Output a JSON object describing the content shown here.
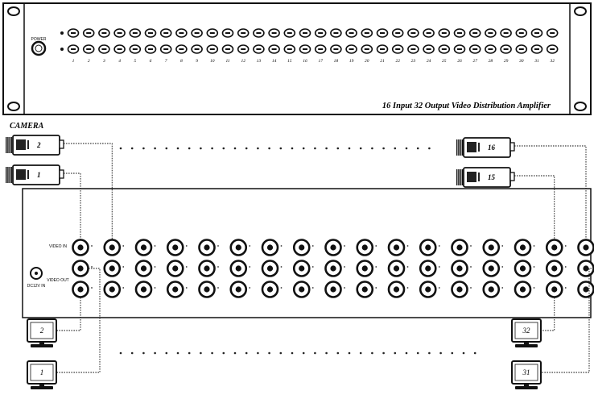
{
  "front_panel": {
    "power_label": "POWER",
    "channel_numbers": [
      "1",
      "2",
      "3",
      "4",
      "5",
      "6",
      "7",
      "8",
      "9",
      "10",
      "11",
      "12",
      "13",
      "14",
      "15",
      "16",
      "17",
      "18",
      "19",
      "20",
      "21",
      "22",
      "23",
      "24",
      "25",
      "26",
      "27",
      "28",
      "29",
      "30",
      "31",
      "32"
    ],
    "title": "16 Input 32 Output Video Distribution Amplifier"
  },
  "camera_label": "CAMERA",
  "cameras": [
    {
      "id": "cam-2",
      "label": "2"
    },
    {
      "id": "cam-1",
      "label": "1"
    },
    {
      "id": "cam-16",
      "label": "16"
    },
    {
      "id": "cam-15",
      "label": "15"
    }
  ],
  "rear_panel": {
    "video_in_label": "VIDEO IN",
    "video_out_label": "VIDEO OUT",
    "power_label": "DC12V IN"
  },
  "monitors": [
    {
      "id": "mon-2",
      "label": "2"
    },
    {
      "id": "mon-1",
      "label": "1"
    },
    {
      "id": "mon-32",
      "label": "32"
    },
    {
      "id": "mon-31",
      "label": "31"
    }
  ],
  "colors": {
    "line": "#111111",
    "fill": "#ffffff",
    "dot": "#222222"
  }
}
